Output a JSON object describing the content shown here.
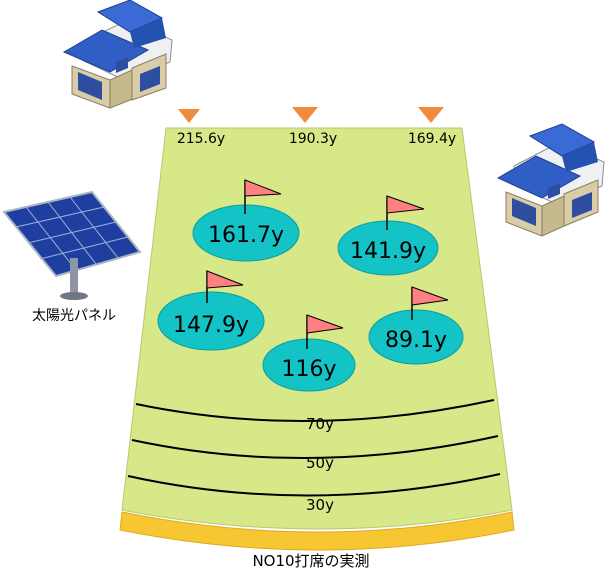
{
  "caption": "NO10打席の実測",
  "solar_label": "太陽光パネル",
  "markers": [
    {
      "label": "215.6y"
    },
    {
      "label": "190.3y"
    },
    {
      "label": "169.4y"
    }
  ],
  "targets": [
    {
      "label": "161.7y"
    },
    {
      "label": "141.9y"
    },
    {
      "label": "147.9y"
    },
    {
      "label": "116y"
    },
    {
      "label": "89.1y"
    }
  ],
  "distance_lines": [
    {
      "label": "70y"
    },
    {
      "label": "50y"
    },
    {
      "label": "30y"
    }
  ],
  "colors": {
    "field": "#d6e887",
    "green": "#13c3c6",
    "flag": "#ff8080",
    "marker": "#f08b3c",
    "tee_strip": "#f7c633",
    "roof": "#2f5fc4",
    "house_wall": "#d8cda6",
    "panel": "#1f3fa0"
  }
}
